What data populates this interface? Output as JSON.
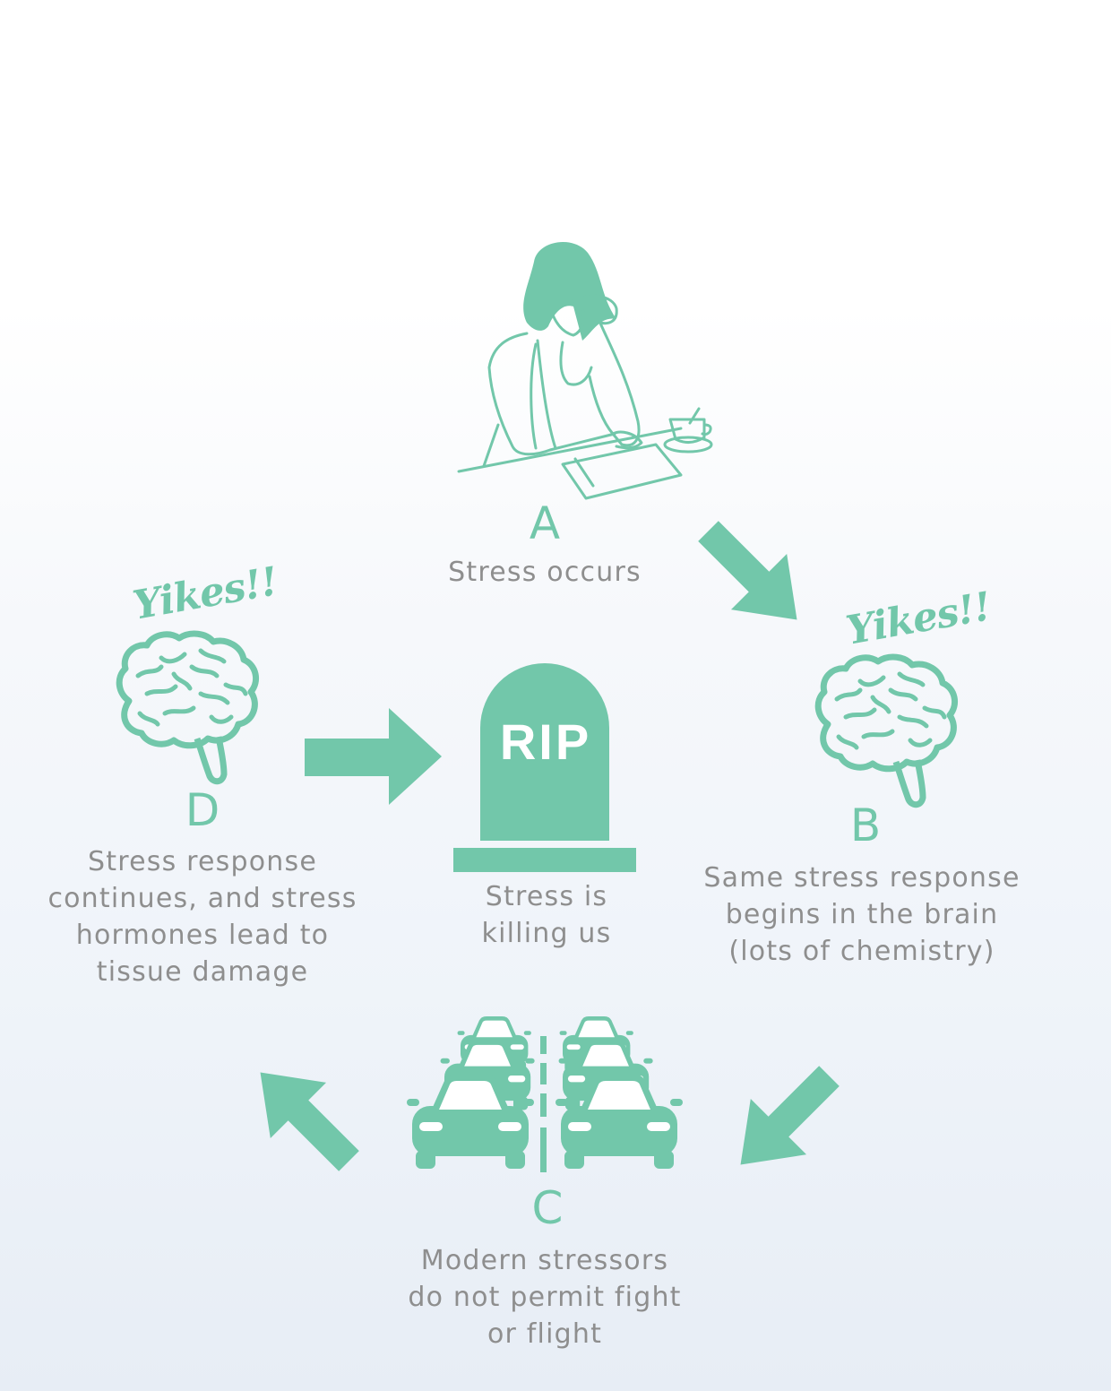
{
  "colors": {
    "accent": "#72c7aa",
    "text": "#8e8e8e",
    "background_top": "#ffffff",
    "background_bottom": "#e7edf5"
  },
  "icons": [
    "stressed-woman-icon",
    "brain-icon",
    "tombstone-icon",
    "traffic-jam-icon",
    "arrow-icon"
  ],
  "nodes": {
    "a": {
      "letter": "A",
      "text": "Stress occurs"
    },
    "b": {
      "letter": "B",
      "exclamation": "Yikes!!",
      "text": "Same stress response\nbegins in the brain\n(lots of chemistry)"
    },
    "c": {
      "letter": "C",
      "text": "Modern stressors\ndo not permit fight\nor flight"
    },
    "d": {
      "letter": "D",
      "exclamation": "Yikes!!",
      "text": "Stress response\ncontinues, and stress\nhormones lead to\ntissue damage"
    },
    "center": {
      "tombstone_text": "RIP",
      "text": "Stress is\nkilling us"
    }
  }
}
